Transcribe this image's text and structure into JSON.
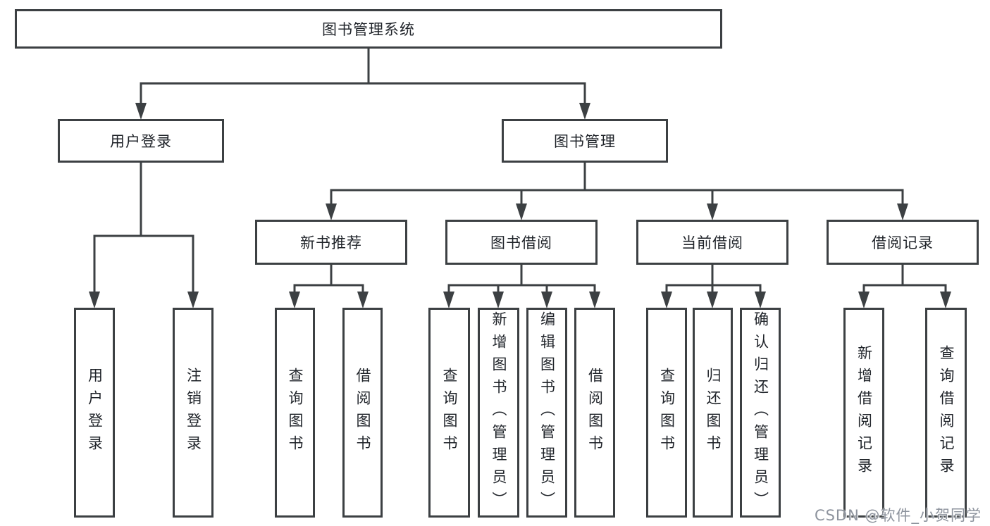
{
  "tree": {
    "root": "图书管理系统",
    "user": {
      "label": "用户登录",
      "children": [
        "用户登录",
        "注销登录"
      ]
    },
    "book": {
      "label": "图书管理",
      "modules": [
        {
          "label": "新书推荐",
          "children": [
            "查询图书",
            "借阅图书"
          ]
        },
        {
          "label": "图书借阅",
          "children": [
            "查询图书",
            "新增图书（管理员）",
            "编辑图书（管理员）",
            "借阅图书"
          ]
        },
        {
          "label": "当前借阅",
          "children": [
            "查询图书",
            "归还图书",
            "确认归还（管理员）"
          ]
        },
        {
          "label": "借阅记录",
          "children": [
            "新增借阅记录",
            "查询借阅记录"
          ]
        }
      ]
    }
  },
  "watermark": "CSDN @软件_小贺同学",
  "colors": {
    "line": "#3c4043",
    "box_border": "#3c4043",
    "text": "#1f2329",
    "watermark": "#8d939d",
    "background": "#ffffff"
  }
}
